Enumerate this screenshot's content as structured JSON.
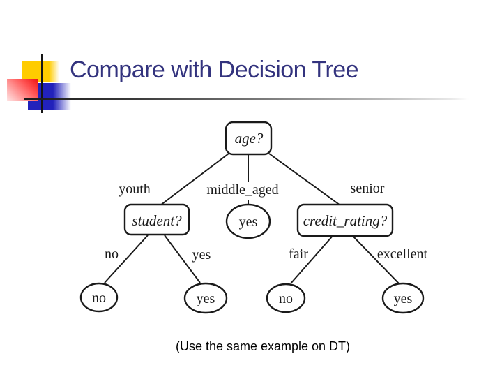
{
  "slide": {
    "title": "Compare with Decision Tree",
    "caption": "(Use the same example on DT)"
  },
  "colors": {
    "title_text": "#33337E",
    "accent_yellow": "#FFCC00",
    "accent_red": "#EE1111",
    "accent_blue": "#2222BB",
    "tree_ink": "#1A1A1A"
  },
  "tree": {
    "type": "decision-tree",
    "root": {
      "label": "age?"
    },
    "branches": [
      {
        "edge_label": "youth",
        "node": {
          "label": "student?"
        }
      },
      {
        "edge_label": "middle_aged",
        "node": {
          "label": "yes"
        }
      },
      {
        "edge_label": "senior",
        "node": {
          "label": "credit_rating?"
        }
      }
    ],
    "student_branches": [
      {
        "edge_label": "no",
        "leaf": "no"
      },
      {
        "edge_label": "yes",
        "leaf": "yes"
      }
    ],
    "credit_branches": [
      {
        "edge_label": "fair",
        "leaf": "no"
      },
      {
        "edge_label": "excellent",
        "leaf": "yes"
      }
    ]
  }
}
